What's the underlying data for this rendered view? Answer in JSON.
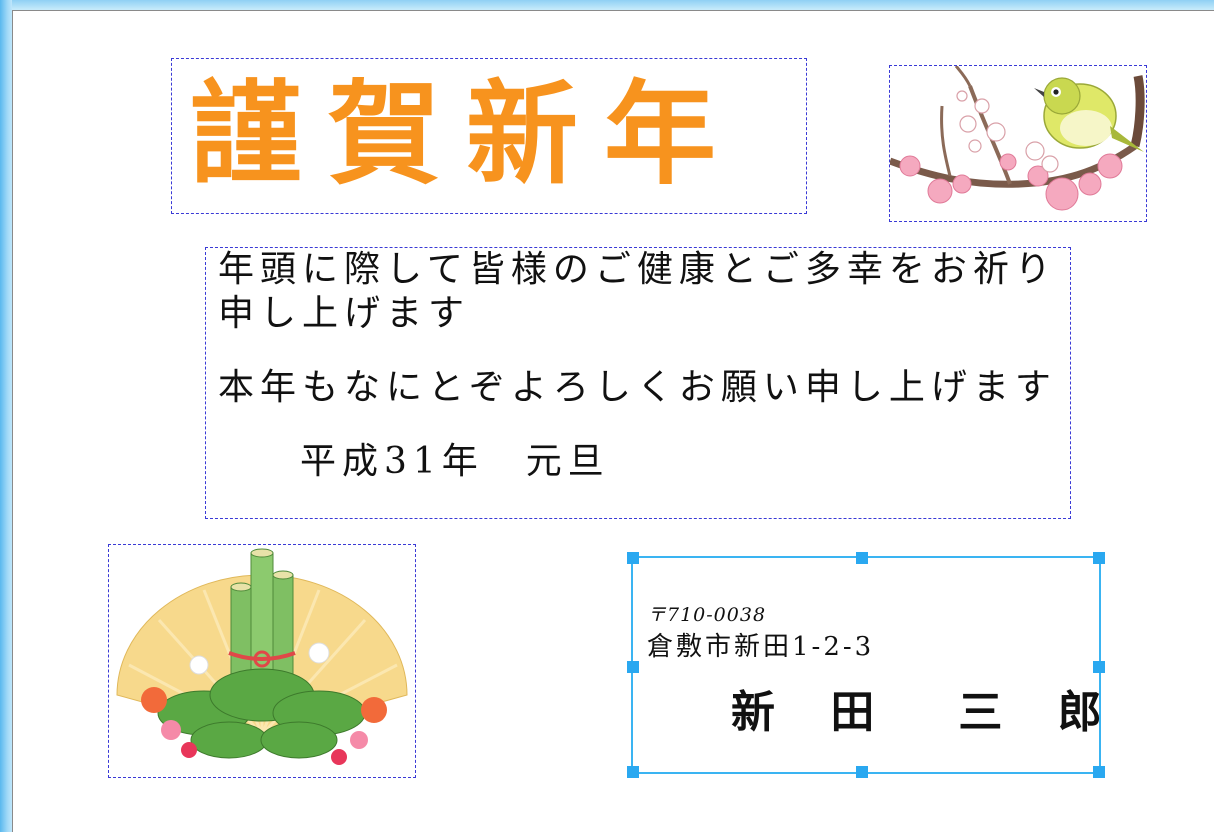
{
  "card": {
    "title": "謹賀新年",
    "greeting_lines": [
      "年頭に際して皆様のご健康とご多幸をお祈り",
      "申し上げます",
      "本年もなにとぞよろしくお願い申し上げます",
      "平成31年　元旦"
    ],
    "sender": {
      "postal_code": "〒710-0038",
      "address": "倉敷市新田1-2-3",
      "name": "新 田　三 郎"
    }
  },
  "colors": {
    "title": "#f7931e",
    "frame_dashed": "#3a3ad6",
    "frame_selected": "#3ab4f2",
    "handle": "#2aa8f0"
  },
  "icons": {
    "bird_illustration": "plum-blossom-bird-icon",
    "kadomatsu_illustration": "kadomatsu-icon"
  }
}
